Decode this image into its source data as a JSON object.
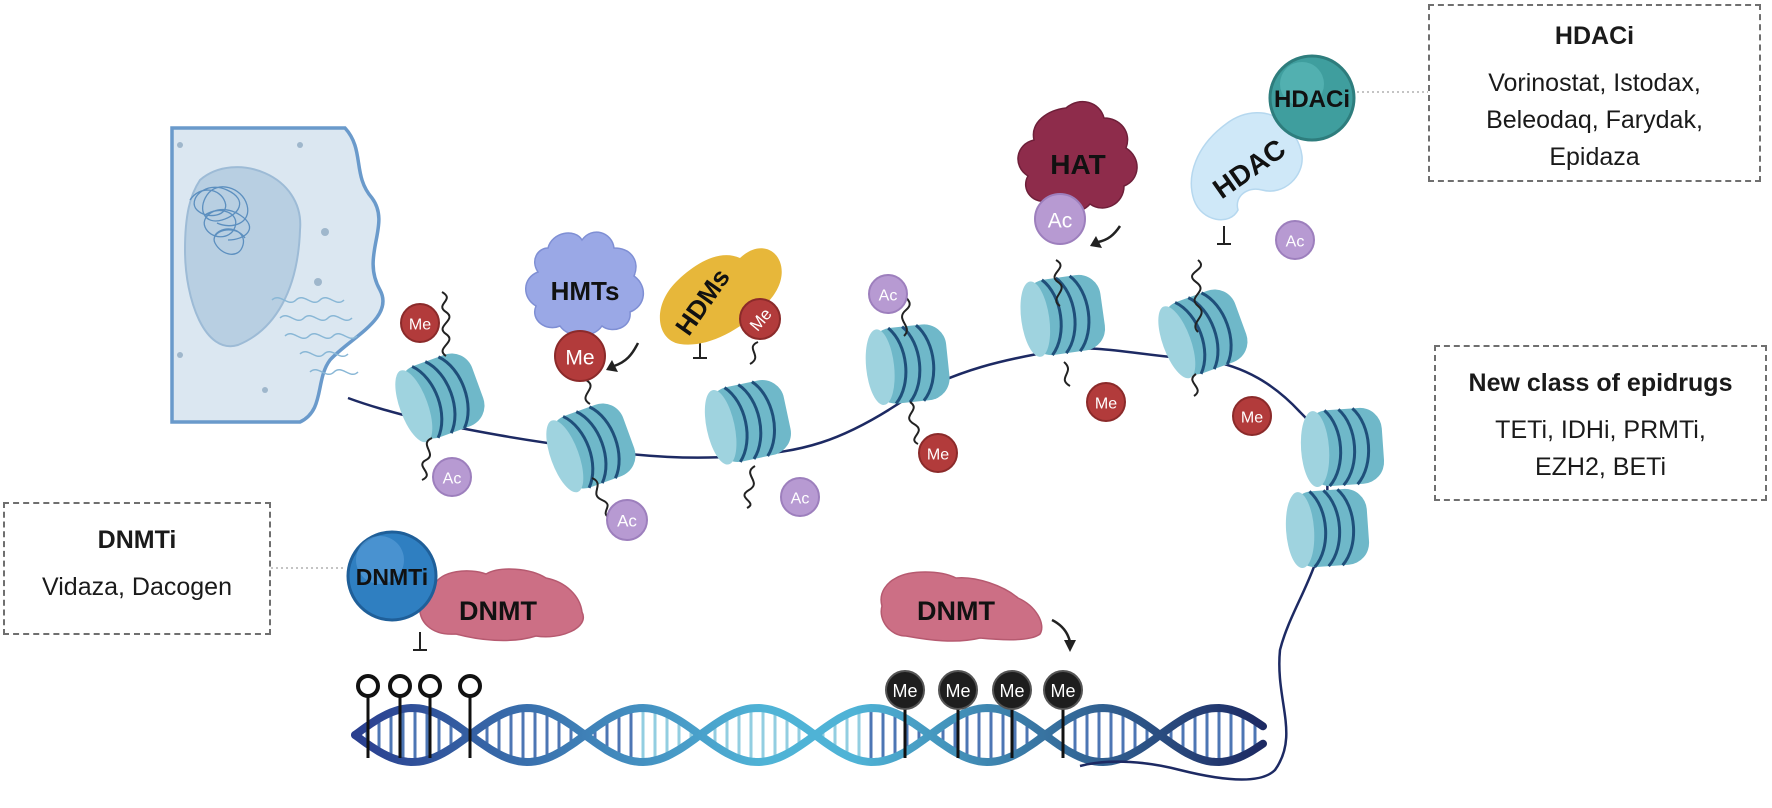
{
  "drug_boxes": {
    "hdaci": {
      "title": "HDACi",
      "drugs": "Vorinostat, Istodax,\nBeleodaq, Farydak,\nEpidaza"
    },
    "new_class": {
      "title": "New class of epidrugs",
      "drugs": "TETi, IDHi, PRMTi,\nEZH2, BETi"
    },
    "dnmti": {
      "title": "DNMTi",
      "drugs": "Vidaza, Dacogen"
    }
  },
  "enzymes": {
    "hmts": "HMTs",
    "hdms": "HDMs",
    "hat": "HAT",
    "hdac": "HDAC",
    "hdaci": "HDACi",
    "dnmti": "DNMTi",
    "dnmt_left": "DNMT",
    "dnmt_right": "DNMT"
  },
  "marks": {
    "methyl": "Me",
    "acetyl": "Ac"
  },
  "colors": {
    "histone": "#6fb8c9",
    "histone_band": "#1f4f7a",
    "dna_strand": "#1d2a63",
    "methyl_mark": "#b23b3b",
    "acetyl_mark": "#b79ad2",
    "hmts": "#9aa8e6",
    "hdms": "#e7b73a",
    "hat": "#8e2c4b",
    "hdac": "#cfe8f8",
    "hdaci": "#3f9e9e",
    "dnmt": "#cc6f85",
    "dnmti": "#2f7fc1",
    "cell": "#dbe7f1"
  }
}
